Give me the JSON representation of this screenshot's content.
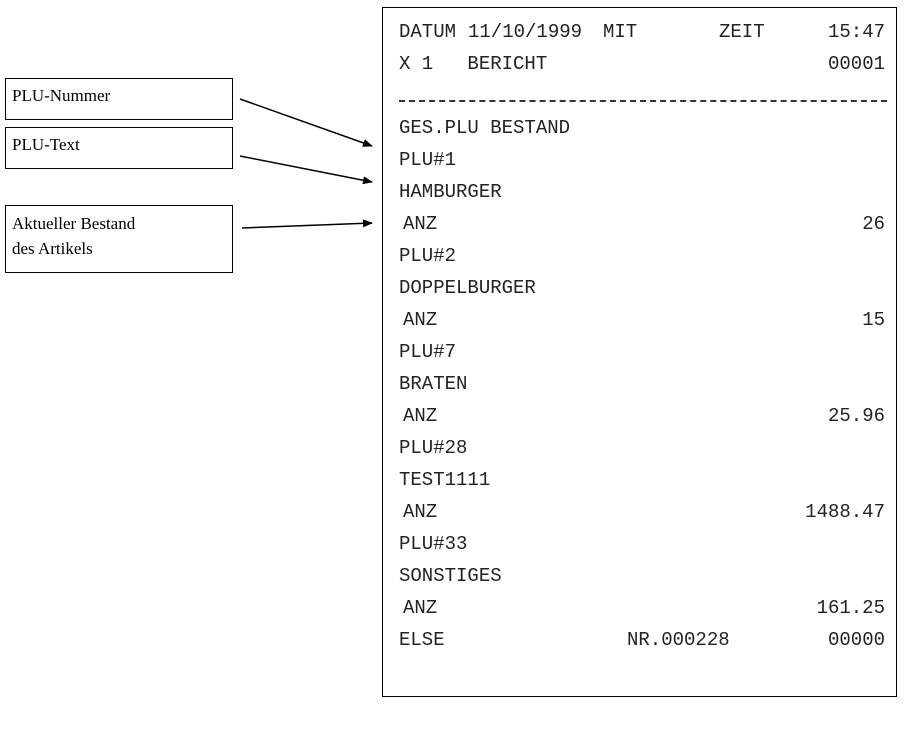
{
  "callouts": [
    {
      "lines": [
        "PLU-Nummer"
      ]
    },
    {
      "lines": [
        "PLU-Text"
      ]
    },
    {
      "lines": [
        "Aktueller Bestand",
        "des Artikels"
      ]
    }
  ],
  "receipt": {
    "header": {
      "datum_label": "DATUM",
      "date": "11/10/1999",
      "weekday": "MIT",
      "zeit_label": "ZEIT",
      "time": "15:47"
    },
    "report": {
      "label": "X 1   BERICHT",
      "number": "00001"
    },
    "separator": "--------------------------------",
    "title": "GES.PLU BESTAND",
    "items": [
      {
        "plu": "PLU#1",
        "name": "HAMBURGER",
        "qty_label": "ANZ",
        "qty": "26"
      },
      {
        "plu": "PLU#2",
        "name": "DOPPELBURGER",
        "qty_label": "ANZ",
        "qty": "15"
      },
      {
        "plu": "PLU#7",
        "name": "BRATEN",
        "qty_label": "ANZ",
        "qty": "25.96"
      },
      {
        "plu": "PLU#28",
        "name": "TEST1111",
        "qty_label": "ANZ",
        "qty": "1488.47"
      },
      {
        "plu": "PLU#33",
        "name": "SONSTIGES",
        "qty_label": "ANZ",
        "qty": "161.25"
      }
    ],
    "footer": {
      "label": "ELSE",
      "nr": "NR.000228",
      "value": "00000"
    }
  }
}
